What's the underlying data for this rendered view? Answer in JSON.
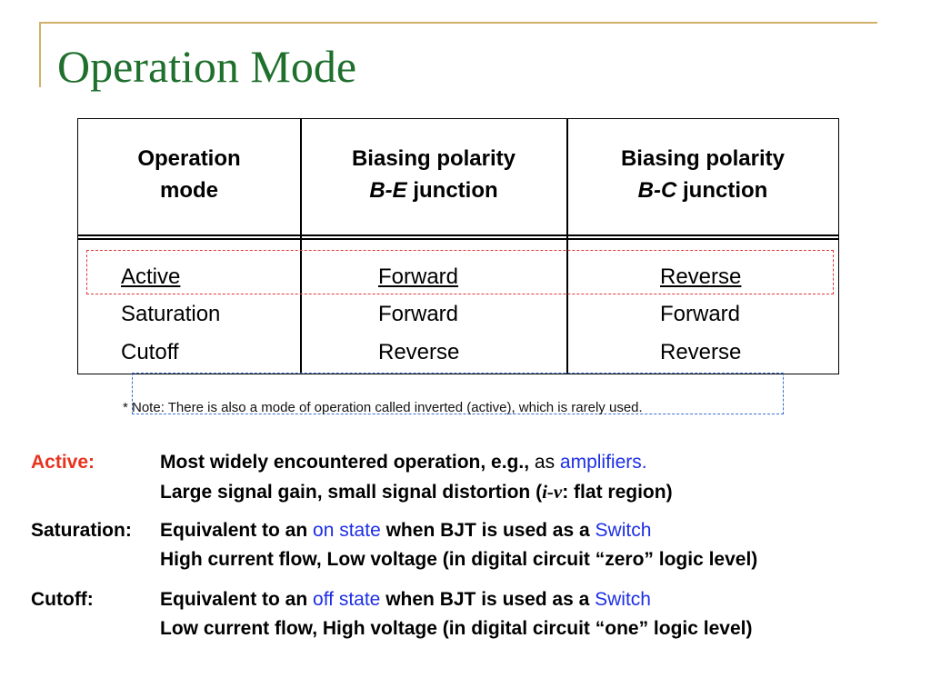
{
  "title": "Operation Mode",
  "table": {
    "headers": [
      {
        "line1": "Operation",
        "line2": "mode"
      },
      {
        "line1": "Biasing polarity",
        "line2_italic": "B-E",
        "line2_rest": " junction"
      },
      {
        "line1": "Biasing polarity",
        "line2_italic": "B-C",
        "line2_rest": " junction"
      }
    ],
    "rows": [
      {
        "mode": "Active",
        "be": "Forward",
        "bc": "Reverse"
      },
      {
        "mode": "Saturation",
        "be": "Forward",
        "bc": "Forward"
      },
      {
        "mode": "Cutoff",
        "be": "Reverse",
        "bc": "Reverse"
      }
    ]
  },
  "note": "* Note:  There is also a mode of operation called inverted (active), which is rarely used.",
  "definitions": {
    "active": {
      "label": "Active:",
      "l1_a": "Most widely encountered operation, e.g., ",
      "l1_b": "as ",
      "l1_c": "amplifiers.",
      "l2_a": "Large signal gain, small signal distortion (",
      "l2_b": "i-v",
      "l2_c": ": flat region)"
    },
    "saturation": {
      "label": "Saturation:",
      "l1_a": "Equivalent to an ",
      "l1_b": "on state",
      "l1_c": " when BJT is used as a ",
      "l1_d": "Switch",
      "l2": "High current flow, Low voltage (in digital circuit “zero” logic level)"
    },
    "cutoff": {
      "label": "Cutoff:",
      "l1_a": "Equivalent to an ",
      "l1_b": "off state",
      "l1_c": " when BJT is used as a ",
      "l1_d": "Switch",
      "l2": "Low current flow, High voltage (in digital circuit “one” logic level)"
    }
  },
  "colors": {
    "title": "#1f6f2d",
    "frame": "#d1b16a",
    "active_label": "#e8331f",
    "emphasis_blue": "#1d2ee6",
    "highlight_red": "#e0393c",
    "highlight_blue": "#3b6fd6"
  }
}
